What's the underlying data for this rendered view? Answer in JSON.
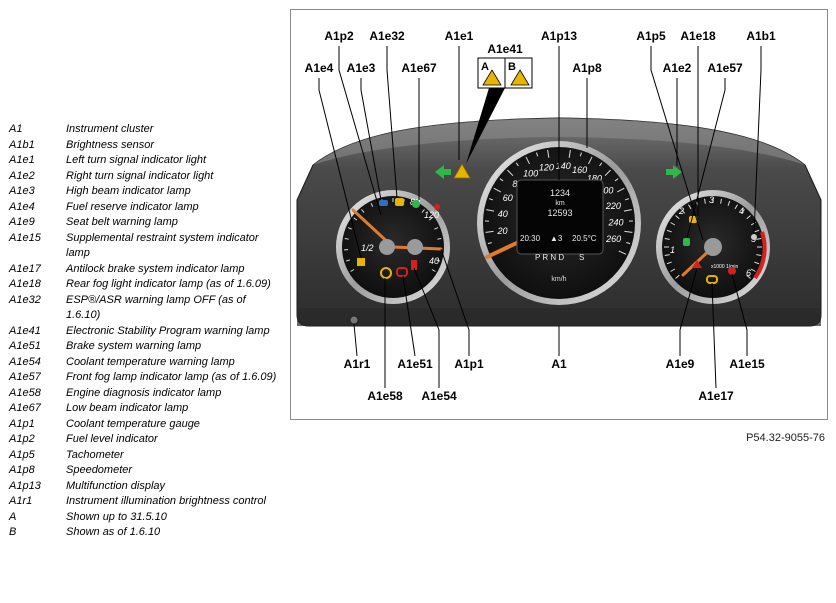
{
  "legend": [
    {
      "code": "A1",
      "desc": "Instrument cluster"
    },
    {
      "code": "A1b1",
      "desc": "Brightness sensor"
    },
    {
      "code": "A1e1",
      "desc": "Left turn signal indicator light"
    },
    {
      "code": "A1e2",
      "desc": "Right turn signal indicator light"
    },
    {
      "code": "A1e3",
      "desc": "High beam indicator lamp"
    },
    {
      "code": "A1e4",
      "desc": "Fuel reserve indicator lamp"
    },
    {
      "code": "A1e9",
      "desc": "Seat belt warning lamp"
    },
    {
      "code": "A1e15",
      "desc": "Supplemental restraint system indicator lamp"
    },
    {
      "code": "A1e17",
      "desc": "Antilock brake system indicator lamp"
    },
    {
      "code": "A1e18",
      "desc": "Rear fog light indicator lamp (as of 1.6.09)"
    },
    {
      "code": "A1e32",
      "desc": "ESP®/ASR warning lamp OFF (as of 1.6.10)"
    },
    {
      "code": "A1e41",
      "desc": "Electronic Stability Program warning lamp"
    },
    {
      "code": "A1e51",
      "desc": "Brake system warning lamp"
    },
    {
      "code": "A1e54",
      "desc": "Coolant temperature warning lamp"
    },
    {
      "code": "A1e57",
      "desc": "Front fog lamp indicator lamp (as of 1.6.09)"
    },
    {
      "code": "A1e58",
      "desc": "Engine diagnosis indicator lamp"
    },
    {
      "code": "A1e67",
      "desc": "Low beam indicator lamp"
    },
    {
      "code": "A1p1",
      "desc": "Coolant temperature gauge"
    },
    {
      "code": "A1p2",
      "desc": "Fuel level indicator"
    },
    {
      "code": "A1p5",
      "desc": "Tachometer"
    },
    {
      "code": "A1p8",
      "desc": "Speedometer"
    },
    {
      "code": "A1p13",
      "desc": "Multifunction display"
    },
    {
      "code": "A1r1",
      "desc": "Instrument illumination brightness control"
    },
    {
      "code": "A",
      "desc": "Shown up to 31.5.10"
    },
    {
      "code": "B",
      "desc": "Shown as of 1.6.10"
    }
  ],
  "callouts": [
    {
      "id": "A1p2",
      "text": "A1p2"
    },
    {
      "id": "A1e32",
      "text": "A1e32"
    },
    {
      "id": "A1e1",
      "text": "A1e1"
    },
    {
      "id": "A1e41",
      "text": "A1e41"
    },
    {
      "id": "A1p13",
      "text": "A1p13"
    },
    {
      "id": "A1p5",
      "text": "A1p5"
    },
    {
      "id": "A1e18",
      "text": "A1e18"
    },
    {
      "id": "A1b1",
      "text": "A1b1"
    },
    {
      "id": "A1e4",
      "text": "A1e4"
    },
    {
      "id": "A1e3",
      "text": "A1e3"
    },
    {
      "id": "A1e67",
      "text": "A1e67"
    },
    {
      "id": "A1p8",
      "text": "A1p8"
    },
    {
      "id": "A1e2",
      "text": "A1e2"
    },
    {
      "id": "A1e57",
      "text": "A1e57"
    },
    {
      "id": "A1r1",
      "text": "A1r1"
    },
    {
      "id": "A1e51",
      "text": "A1e51"
    },
    {
      "id": "A1p1",
      "text": "A1p1"
    },
    {
      "id": "A1",
      "text": "A1"
    },
    {
      "id": "A1e9",
      "text": "A1e9"
    },
    {
      "id": "A1e15",
      "text": "A1e15"
    },
    {
      "id": "A1e58",
      "text": "A1e58"
    },
    {
      "id": "A1e54",
      "text": "A1e54"
    },
    {
      "id": "A1e17",
      "text": "A1e17"
    }
  ],
  "inset": {
    "label_a": "A",
    "label_b": "B"
  },
  "speedometer": {
    "ticks": [
      "20",
      "40",
      "60",
      "80",
      "100",
      "120",
      "140",
      "160",
      "180",
      "200",
      "220",
      "240",
      "260"
    ],
    "unit": "km/h"
  },
  "display": {
    "trip": "1234",
    "trip_unit": "km",
    "odometer": "12593",
    "time": "20:30",
    "gear": "▲3",
    "temperature": "20.5°C",
    "gear_selector": "P R N D",
    "mode": "S"
  },
  "left_gauge": {
    "ticks": [
      "80",
      "120",
      "40",
      "1/2"
    ]
  },
  "tachometer": {
    "ticks": [
      "1",
      "2",
      "3",
      "4",
      "5",
      "6"
    ],
    "unit": "x1000 1/min"
  },
  "colors": {
    "cluster_body": "#3b3b3b",
    "dial_face": "#151515",
    "needle": "#e07b2c",
    "turn_signal": "#2fb84a",
    "warning_amber": "#e9b400",
    "warning_red": "#d42020"
  },
  "figure_ref": "P54.32-9055-76"
}
